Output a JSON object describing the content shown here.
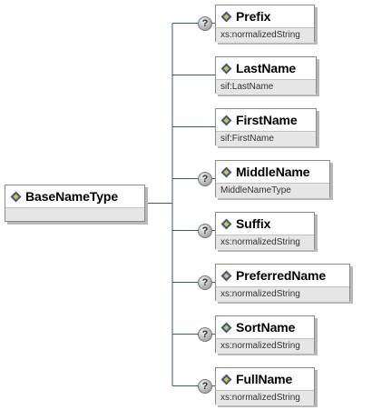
{
  "root": {
    "name": "BaseNameType",
    "type": ""
  },
  "children": [
    {
      "name": "Prefix",
      "type": "xs:normalizedString",
      "optional": true
    },
    {
      "name": "LastName",
      "type": "sif:LastName",
      "optional": false
    },
    {
      "name": "FirstName",
      "type": "sif:FirstName",
      "optional": false
    },
    {
      "name": "MiddleName",
      "type": "MiddleNameType",
      "optional": true
    },
    {
      "name": "Suffix",
      "type": "xs:normalizedString",
      "optional": true
    },
    {
      "name": "PreferredName",
      "type": "xs:normalizedString",
      "optional": true
    },
    {
      "name": "SortName",
      "type": "xs:normalizedString",
      "optional": true
    },
    {
      "name": "FullName",
      "type": "xs:normalizedString",
      "optional": true
    }
  ],
  "icons": {
    "element": "element-icon",
    "optional": "optional-question-icon",
    "optional_glyph": "?"
  },
  "colors": {
    "connector": "#2f5f7f",
    "element_icon_blue": "#2f64b5",
    "element_icon_yellow": "#f2c200"
  }
}
